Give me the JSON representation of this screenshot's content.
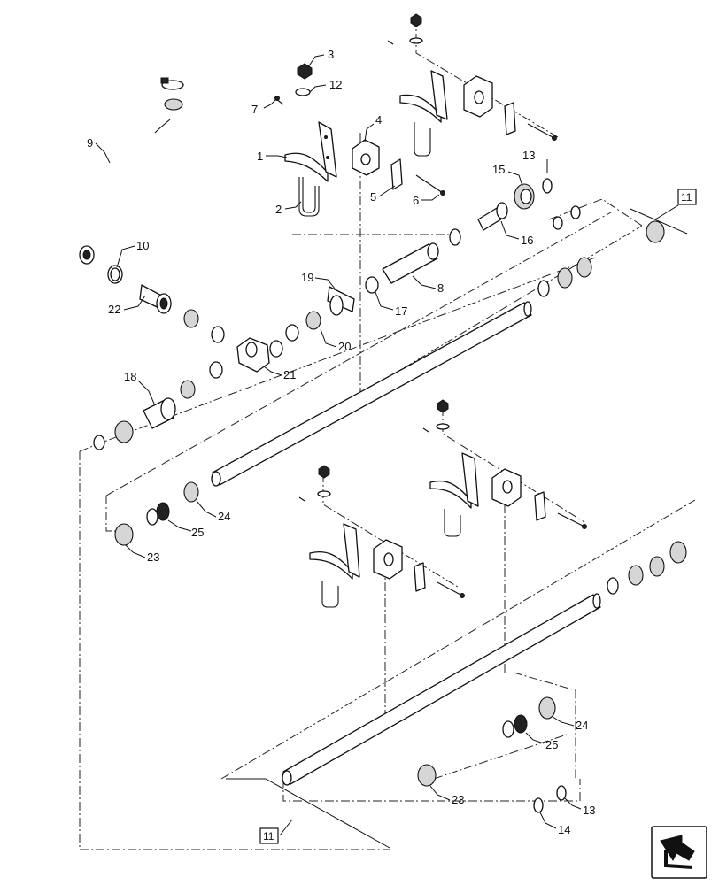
{
  "diagram": {
    "callouts": [
      {
        "id": "c3",
        "text": "3"
      },
      {
        "id": "c12",
        "text": "12"
      },
      {
        "id": "c7",
        "text": "7"
      },
      {
        "id": "c4",
        "text": "4"
      },
      {
        "id": "c1",
        "text": "1"
      },
      {
        "id": "c5",
        "text": "5"
      },
      {
        "id": "c6",
        "text": "6"
      },
      {
        "id": "c2",
        "text": "2"
      },
      {
        "id": "c9",
        "text": "9"
      },
      {
        "id": "c10",
        "text": "10"
      },
      {
        "id": "c22",
        "text": "22"
      },
      {
        "id": "c19",
        "text": "19"
      },
      {
        "id": "c8",
        "text": "8"
      },
      {
        "id": "c17",
        "text": "17"
      },
      {
        "id": "c15",
        "text": "15"
      },
      {
        "id": "c13a",
        "text": "13"
      },
      {
        "id": "c16",
        "text": "16"
      },
      {
        "id": "c20",
        "text": "20"
      },
      {
        "id": "c21",
        "text": "21"
      },
      {
        "id": "c18",
        "text": "18"
      },
      {
        "id": "c24a",
        "text": "24"
      },
      {
        "id": "c25a",
        "text": "25"
      },
      {
        "id": "c23a",
        "text": "23"
      },
      {
        "id": "c24b",
        "text": "24"
      },
      {
        "id": "c25b",
        "text": "25"
      },
      {
        "id": "c23b",
        "text": "23"
      },
      {
        "id": "c13b",
        "text": "13"
      },
      {
        "id": "c14",
        "text": "14"
      }
    ],
    "reference_boxes": [
      {
        "id": "ref-top",
        "text": "11"
      },
      {
        "id": "ref-bottom",
        "text": "11"
      }
    ],
    "nav_icon": "next-page-arrow-icon"
  }
}
